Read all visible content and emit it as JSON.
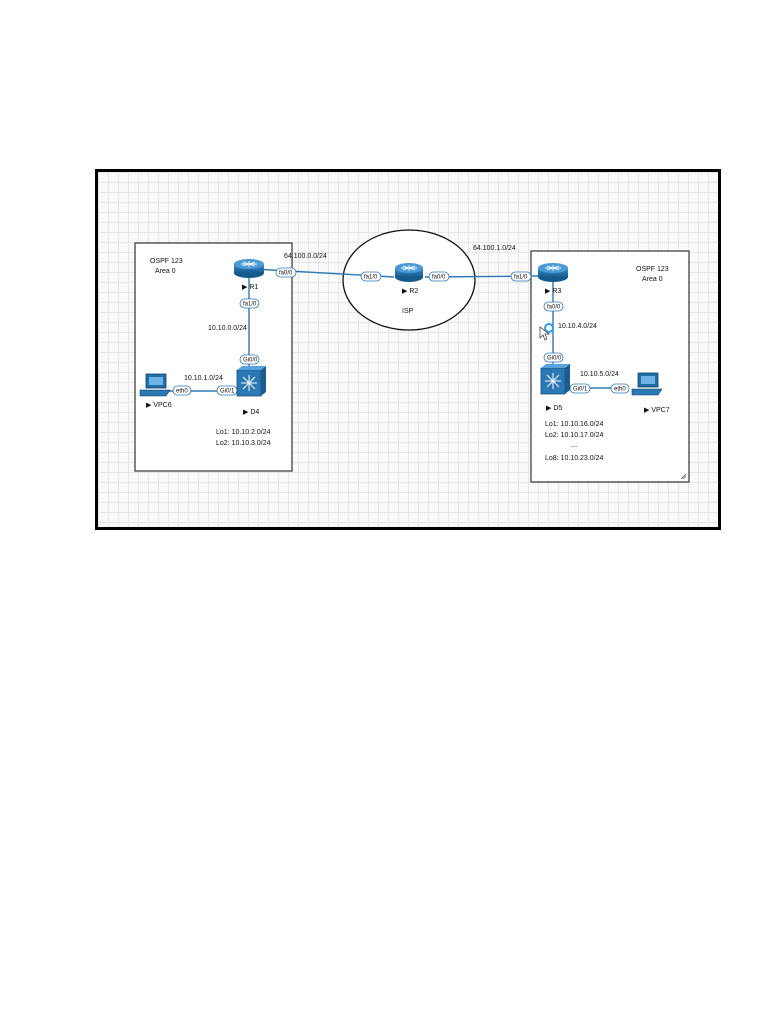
{
  "colors": {
    "link": "#2f78b6",
    "router": "#1e6fa8",
    "switch": "#2a78b4",
    "frame": "#000000"
  },
  "area_left": {
    "line1": "OSPF 123",
    "line2": "Area 0"
  },
  "area_right": {
    "line1": "OSPF 123",
    "line2": "Area 0"
  },
  "isp_label": "ISP",
  "nodes": {
    "r1": "R1",
    "r2": "R2",
    "r3": "R3",
    "d4": "D4",
    "d5": "D5",
    "vpc6": "VPC6",
    "vpc7": "VPC7"
  },
  "node_icons": {
    "router": "router-icon",
    "switch": "multilayer-switch-icon",
    "pc": "pc-icon"
  },
  "networks": {
    "r1_r2": "64.100.0.0/24",
    "r2_r3": "64.100.1.0/24",
    "r1_d4": "10.10.0.0/24",
    "d4_vpc6": "10.10.1.0/24",
    "r3_d5": "10.10.4.0/24",
    "d5_vpc7": "10.10.5.0/24"
  },
  "interfaces": {
    "r1_fa00": "fa0/0",
    "r1_fa10": "fa1/0",
    "r2_fa10": "fa1/0",
    "r2_fa00": "fa0/0",
    "r3_fa10": "fa1/0",
    "r3_fa00": "fa0/0",
    "d4_gi00": "Gi0/0",
    "d4_gi01": "Gi0/1",
    "d5_gi00": "Gi0/0",
    "d5_gi01": "Gi0/1",
    "vpc6_eth0": "eth0",
    "vpc7_eth0": "eth0"
  },
  "loopbacks_d4": [
    "Lo1: 10.10.2.0/24",
    "Lo2: 10.10.3.0/24"
  ],
  "loopbacks_d5": [
    "Lo1: 10.10.16.0/24",
    "Lo2: 10.10.17.0/24",
    "....",
    "Lo8: 10.10.23.0/24"
  ]
}
